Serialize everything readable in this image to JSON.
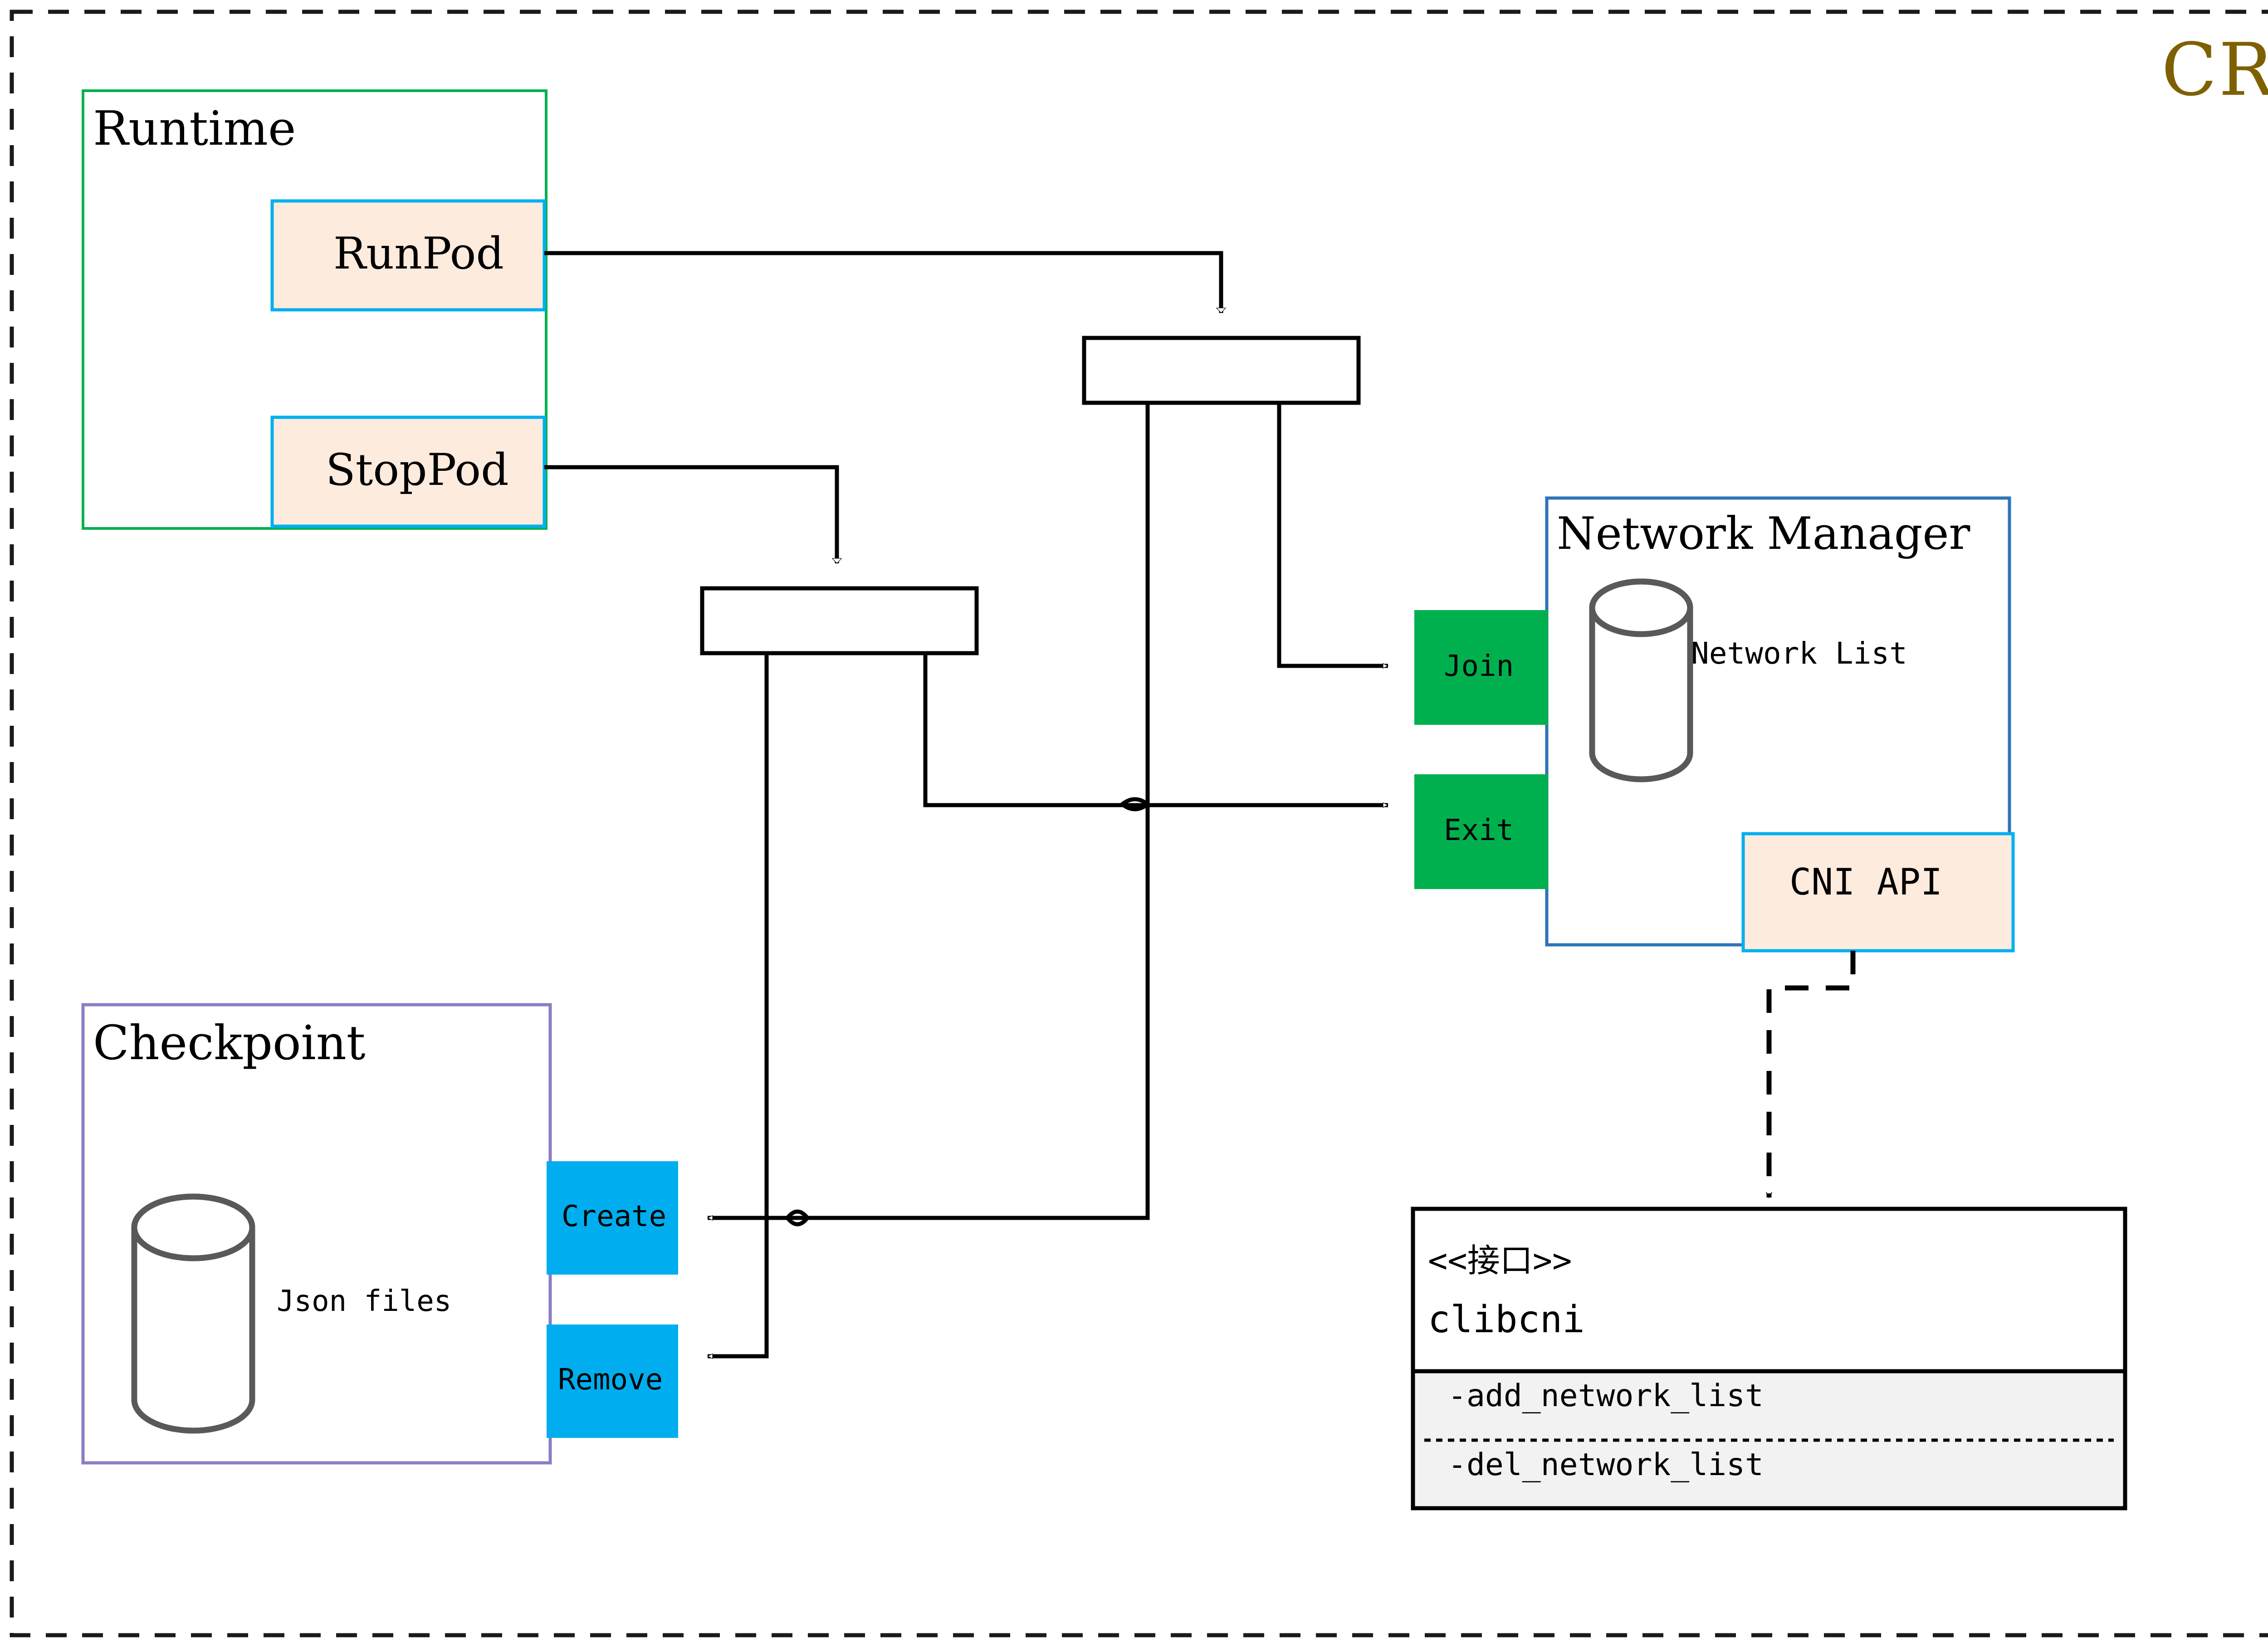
{
  "diagram": {
    "title": "CRI",
    "title_color": "#7F6000",
    "outer_border": "dashed-black"
  },
  "groups": {
    "runtime": {
      "label": "Runtime",
      "border_color": "#00B050",
      "actions": [
        {
          "label": "RunPod",
          "fill": "#FDEBDE",
          "border": "#00B0F0"
        },
        {
          "label": "StopPod",
          "fill": "#FDEBDE",
          "border": "#00B0F0"
        }
      ]
    },
    "checkpoint": {
      "label": "Checkpoint",
      "border_color": "#8E7CC3",
      "store_label": "Json files",
      "store_icon": "database-cylinder-icon",
      "ports": [
        {
          "label": "Create",
          "fill": "#00AEEF"
        },
        {
          "label": "Remove",
          "fill": "#00AEEF"
        }
      ]
    },
    "network_manager": {
      "label": "Network Manager",
      "border_color": "#2E75B6",
      "store_label": "Network List",
      "store_icon": "database-cylinder-icon",
      "ports": [
        {
          "label": "Join",
          "fill": "#00B04F"
        },
        {
          "label": "Exit",
          "fill": "#00B04F"
        }
      ],
      "api_box": {
        "label": "CNI API",
        "fill": "#FDEBDE",
        "border": "#00B0F0"
      }
    }
  },
  "interface_box": {
    "stereotype": "<<接口>>",
    "name": "clibcni",
    "members_fill": "#F2F2F2",
    "members": [
      "-add_network_list",
      "-del_network_list"
    ]
  },
  "junctions": [
    {
      "name": "fork-bar-top"
    },
    {
      "name": "fork-bar-bottom"
    }
  ]
}
